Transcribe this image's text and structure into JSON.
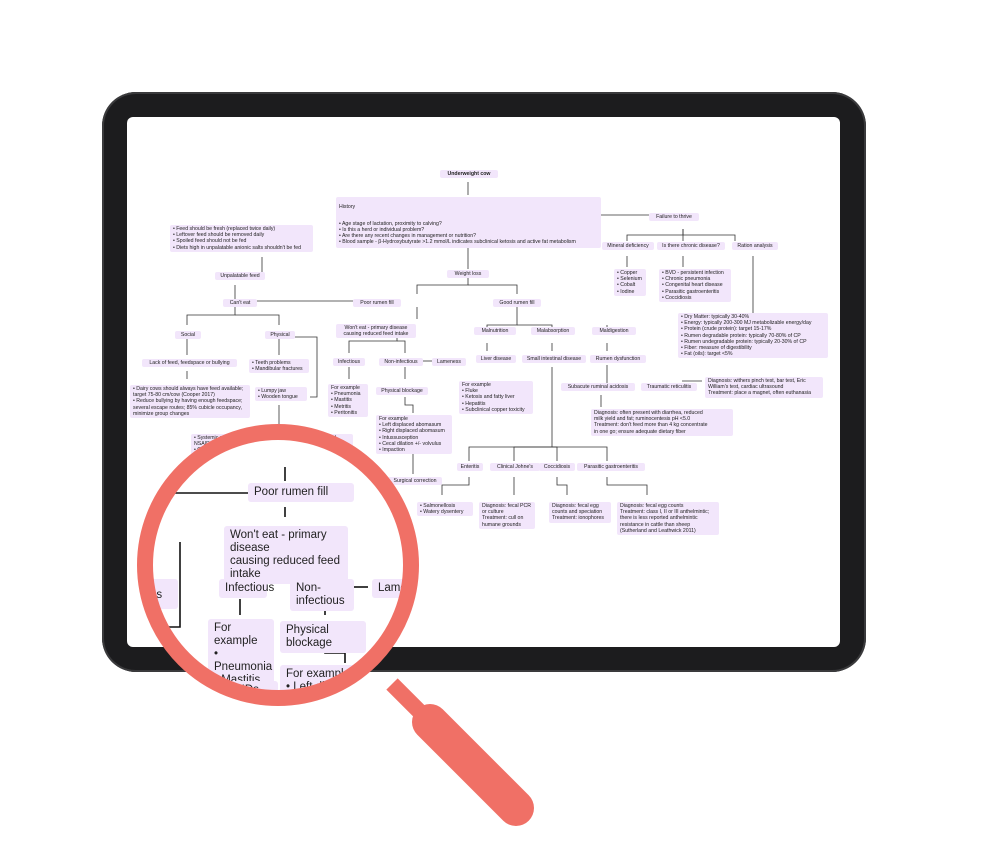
{
  "diagram": {
    "root": "Underweight cow",
    "history_title": "History",
    "history_items": "• Age stage of lactation, proximity to calving?\n• Is this a herd or individual problem?\n• Are there any recent changes in management or nutrition?\n• Blood sample - β-Hydroxybutyrate >1.2 mmol/L indicates subclinical ketosis and active fat metabolism",
    "weight_loss": "Weight loss",
    "failure_to_thrive": "Failure to thrive",
    "mineral_deficiency": "Mineral deficiency",
    "chronic_disease": "Is there chronic disease?",
    "ration_analysis": "Ration analysis",
    "minerals": "• Copper\n• Selenium\n• Cobalt\n• Iodine",
    "chronic_list": "• BVD - persistent infection\n• Chronic pneumonia\n• Congenital heart disease\n• Parasitic gastroenteritis\n• Coccidiosis",
    "ration_list": "• Dry Matter: typically 30-40%\n• Energy: typically 200-300 MJ metabolizable energy/day\n• Protein (crude protein): target 15-17%\n• Rumen degradable protein: typically 70-80% of CP\n• Rumen undegradable protein: typically 20-30% of CP\n• Fiber: measure of digestibility\n• Fat (oils): target <5%",
    "feed_notes": "• Feed should be fresh (replaced twice daily)\n• Leftover feed should be removed daily\n• Spoiled feed should not be fed\n• Diets high in unpalatable anionic salts shouldn't be fed",
    "unpalatable_feed": "Unpalatable feed",
    "cant_eat": "Can't eat",
    "poor_rumen_fill": "Poor rumen fill",
    "good_rumen_fill": "Good rumen fill",
    "social": "Social",
    "physical": "Physical",
    "lack_of_feed": "Lack of feed, feedspace or bullying",
    "teeth": "• Teeth problems\n• Mandibular fractures",
    "dairy_notes": "• Dairy cows should always have feed available; target 75-80 cm/cow (Cooper 2017)\n• Reduce bullying by having enough feedspace; several escape routes; 85% cubicle occupancy, minimize group changes",
    "lumpy_jaw": "• Lumpy jaw\n• Wooden tongue",
    "systemic": "• Systemic antimicrobials or potassium iodide (off license) and NSAIDs\n• Consider euthanasia if unable to prehend food",
    "wont_eat": "Won't eat - primary disease\ncausing reduced feed intake",
    "infectious": "Infectious",
    "non_infectious": "Non-infectious",
    "lameness": "Lameness",
    "infectious_examples": "For example\n• Pneumonia\n• Mastitis\n• Metritis\n• Peritonitis",
    "physical_blockage": "Physical blockage",
    "blockage_examples": "For example\n• Left displaced abomasum\n• Right displaced abomasum\n• Intussusception\n• Cecal dilation +/- volvulus\n• Impaction",
    "surgical": "Surgical correction",
    "malnutrition": "Malnutrition",
    "malabsorption": "Malabsorption",
    "maldigestion": "Maldigestion",
    "liver_disease": "Liver disease",
    "liver_examples": "For example\n• Fluke\n• Ketosis and fatty liver\n• Hepatitis\n• Subclinical copper toxicity",
    "small_intestinal": "Small intestinal disease",
    "rumen_dysfunction": "Rumen dysfunction",
    "subacute": "Subacute ruminal acidosis",
    "traumatic": "Traumatic reticulitis",
    "traumatic_dx": "Diagnosis: withers pinch test, bar test, Eric\nWilliam's test, cardiac ultrasound\nTreatment: place a magnet, often euthanasia",
    "sara_dx": "Diagnosis: often present with diarrhea, reduced\nmilk yield and fat; ruminocentesis pH <5.0\nTreatment: don't feed more than 4 kg concentrate\nin one go; ensure adequate dietary fiber",
    "enteritis": "Enteritis",
    "johnes": "Clinical Johne's",
    "coccidiosis": "Coccidiosis",
    "parasitic": "Parasitic gastroenteritis",
    "enteritis_list": "• Salmonellosis\n• Watery dysentery",
    "johnes_dx": "Diagnosis: fecal PCR\nor culture\nTreatment: cull on\nhumane grounds",
    "cocci_dx": "Diagnosis: fecal egg\ncounts and speciation\nTreatment: ionophores",
    "parasitic_dx": "Diagnosis: fecal egg counts\nTreatment: class I, II or III anthelmintic;\nthere is less reported anthelmintic\nresistance in cattle than sheep\n(Sutherland and Leathwick 2011)"
  },
  "magnifier": {
    "poor_rumen_fill": "Poor rumen fill",
    "wont_eat": "Won't eat - primary disease\ncausing reduced feed intake",
    "infectious": "Infectious",
    "non_infectious": "Non-infectious",
    "lameness_partial": "Lame",
    "examples": "For example\n• Pneumonia\n• Mastitis\n• Metritis\n• Peritonitis",
    "physical_blockage": "Physical blockage",
    "blockage_partial": "For example\n• Left displaced a\n• Right displac\n• Intu",
    "left_partial": "es",
    "nsaids_partial": "NSAIDs"
  },
  "colors": {
    "node_fill": "#f2e6fb",
    "tablet_frame": "#1c1c1e",
    "magnifier": "#f07066"
  }
}
